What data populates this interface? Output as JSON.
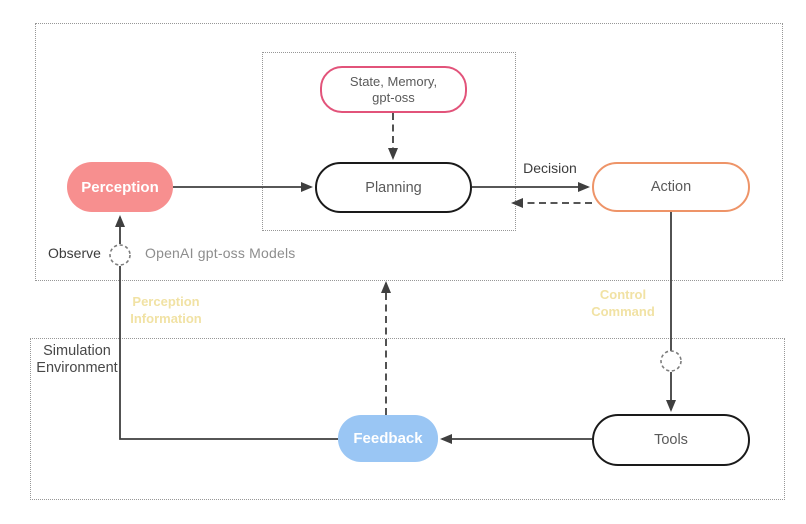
{
  "diagram": {
    "nodes": {
      "perception": {
        "label": "Perception"
      },
      "planning": {
        "label": "Planning"
      },
      "state_memory": {
        "lines": [
          "State, Memory,",
          "gpt-oss"
        ]
      },
      "action": {
        "label": "Action"
      },
      "tools": {
        "label": "Tools"
      },
      "feedback": {
        "label": "Feedback"
      }
    },
    "labels": {
      "decision": "Decision",
      "observe": "Observe",
      "openai_models": "OpenAI gpt-oss Models",
      "perception_information": [
        "Perception",
        "Information"
      ],
      "control_command": [
        "Control",
        "Command"
      ],
      "simulation_environment": [
        "Simulation",
        "Environment"
      ]
    }
  },
  "colors": {
    "perception_fill": "#F78F8F",
    "feedback_fill": "#9AC6F4",
    "state_memory_border": "#E2537A",
    "action_border": "#EE9468",
    "dark_border": "#1A1A1A",
    "arrow": "#3F3F3F",
    "dotted_border": "#979797",
    "soft_label": "#F1E2A4",
    "node_text": "#5A5A5A",
    "caption_text": "#3C3C3C",
    "muted_text": "#8D8D8D"
  }
}
